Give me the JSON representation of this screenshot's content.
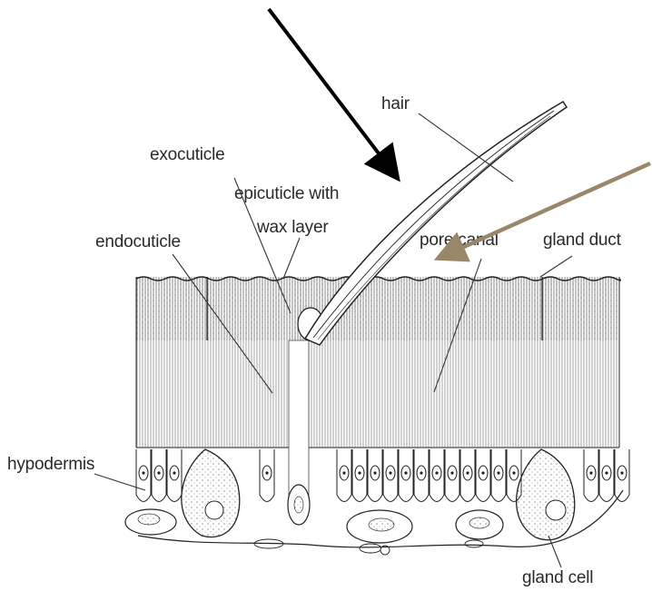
{
  "labels": {
    "hair": "hair",
    "exocuticle": "exocuticle",
    "epicuticle_line1": "epicuticle with",
    "epicuticle_line2": "wax layer",
    "endocuticle": "endocuticle",
    "pore_canal": "pore canal",
    "gland_duct": "gland duct",
    "hypodermis": "hypodermis",
    "gland_cell": "gland cell"
  },
  "colors": {
    "ink": "#222222",
    "black_arrow": "#000000",
    "brown_arrow": "#9a8668",
    "background": "#ffffff"
  }
}
